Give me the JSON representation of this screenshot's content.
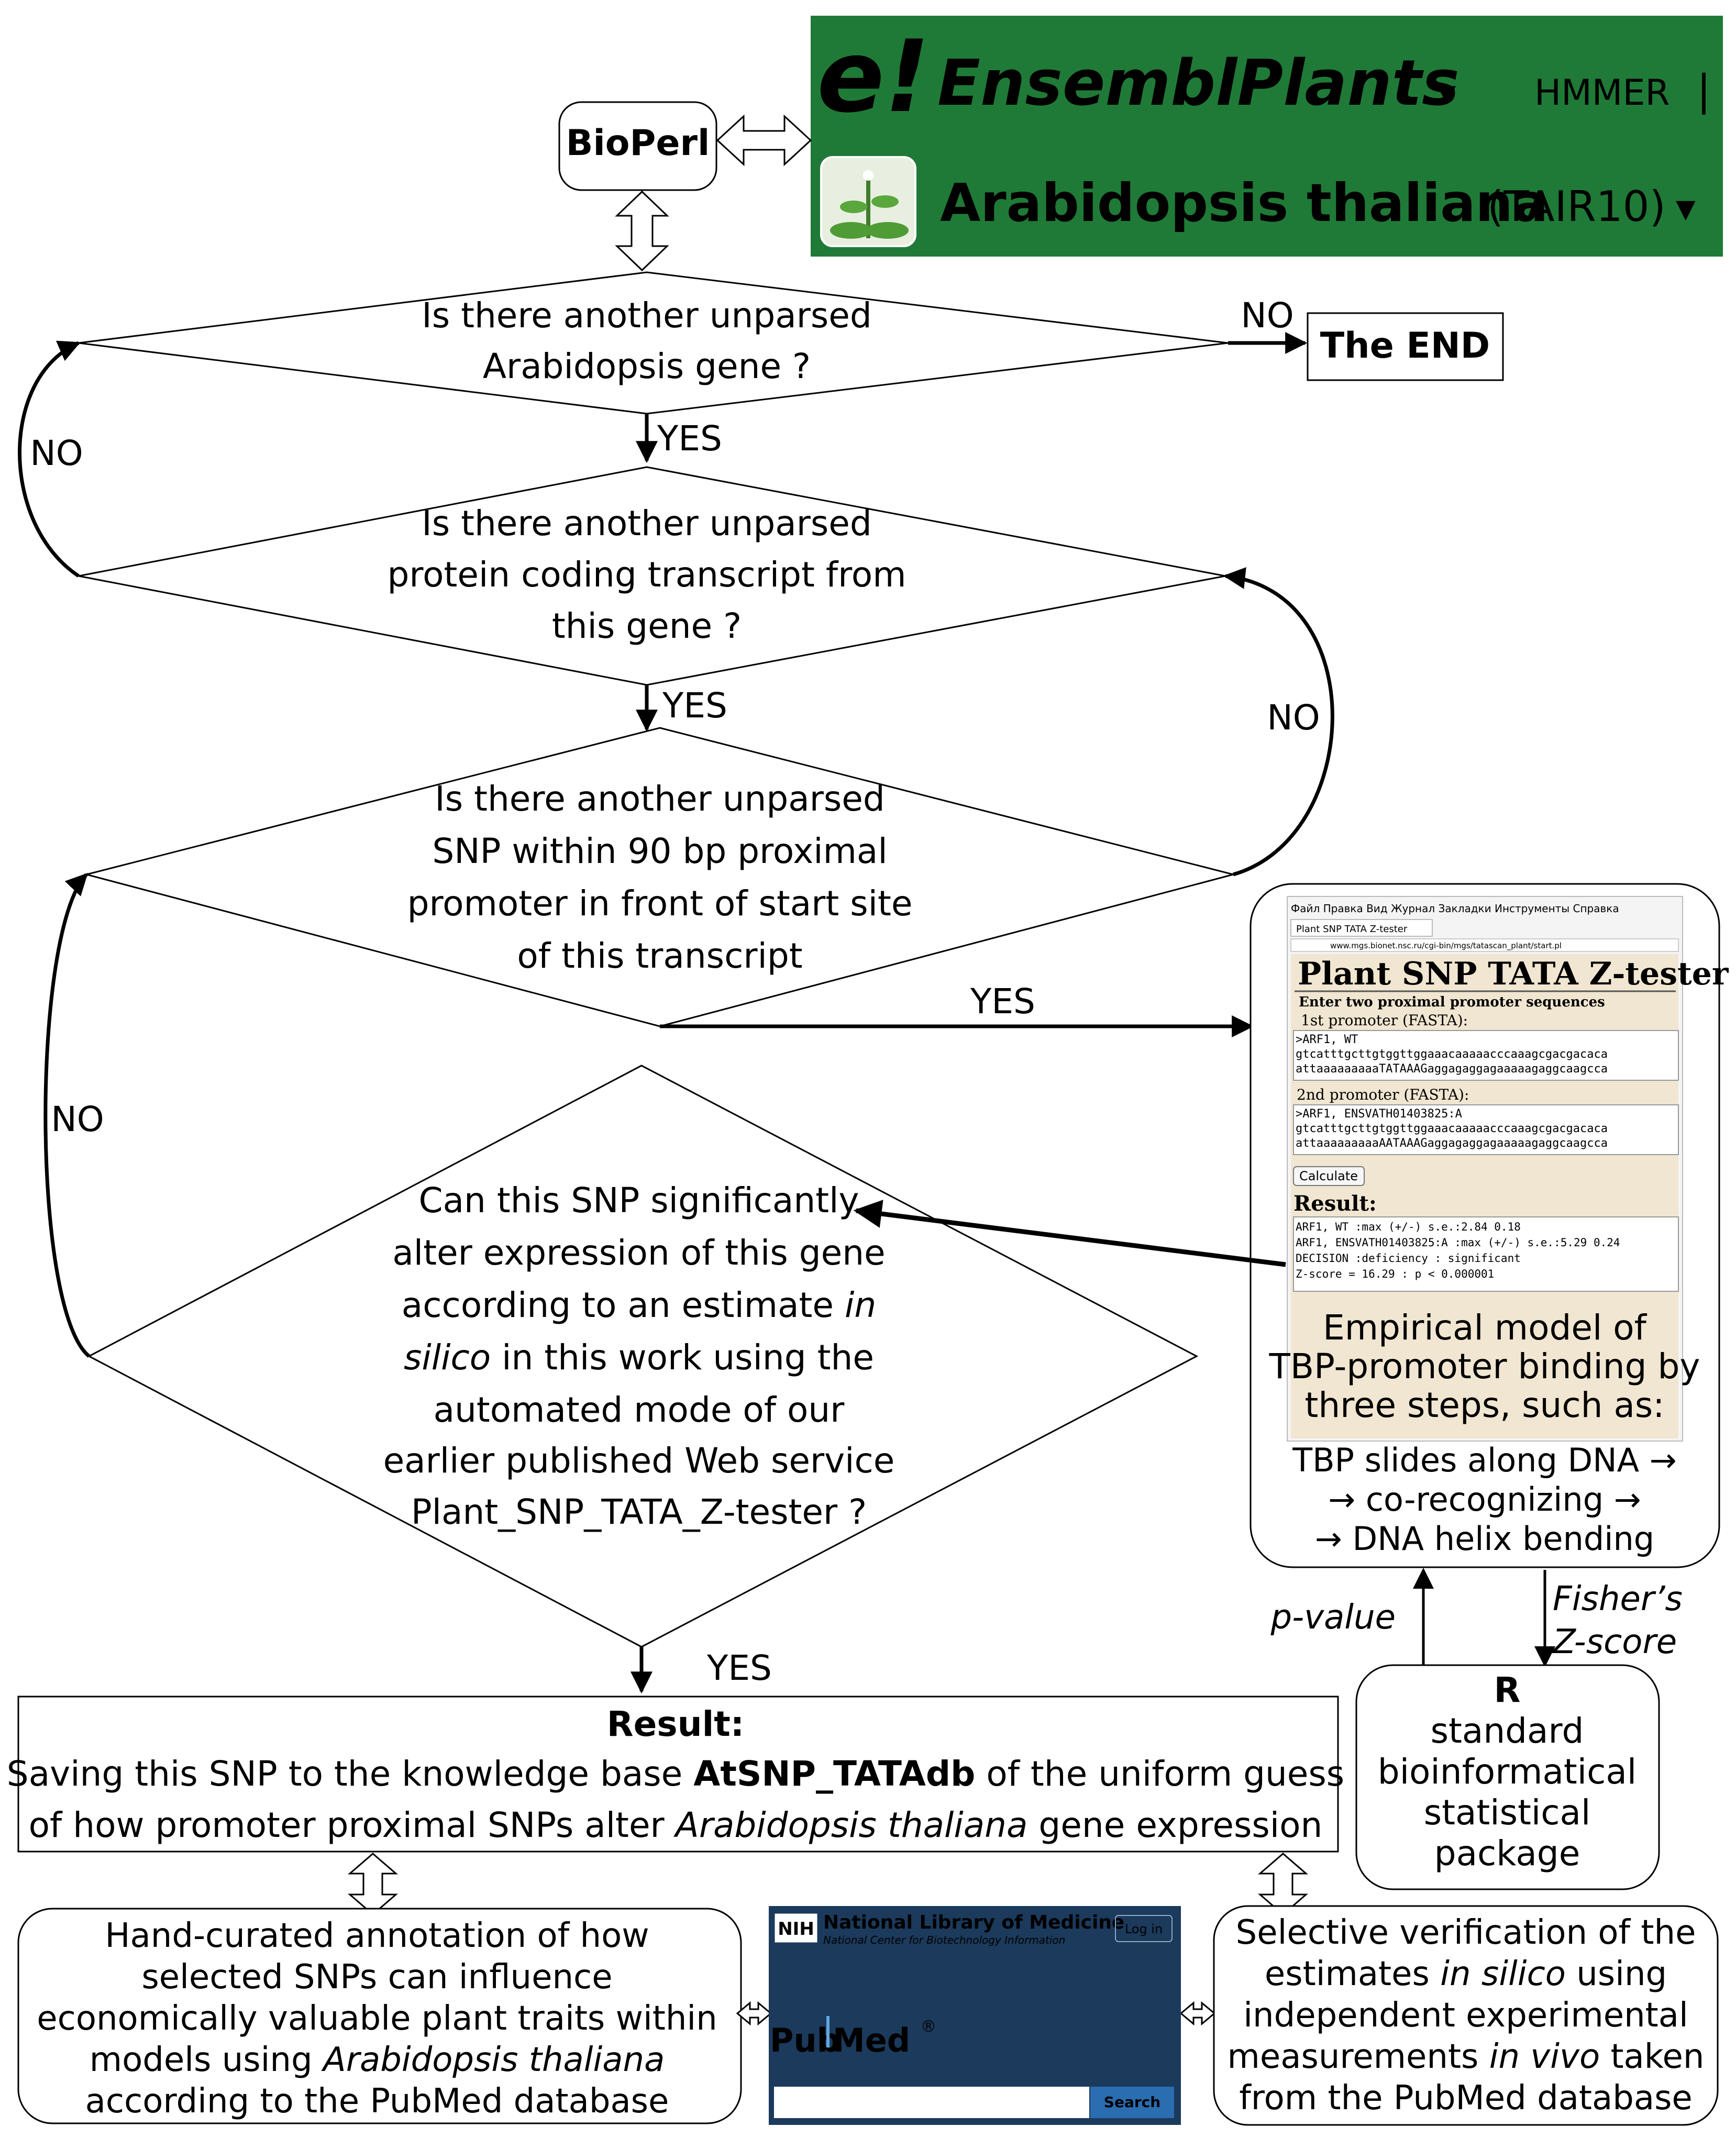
{
  "ensembl": {
    "logo_mark": "e!",
    "title": "EnsemblPlants",
    "dropdown_glyph": "▾",
    "hmmer": "HMMER",
    "divider": "|",
    "species": "Arabidopsis thaliana",
    "assembly": "(TAIR10)",
    "species_glyph": "▾",
    "bg_color": "#1f7a37"
  },
  "bioperl": "BioPerl",
  "decisions": {
    "gene": [
      "Is there another unparsed",
      "Arabidopsis gene ?"
    ],
    "transcript": [
      "Is there another unparsed",
      "protein coding transcript from",
      "this gene ?"
    ],
    "snp": [
      "Is there another unparsed",
      "SNP  within 90 bp proximal",
      "promoter in front of start site",
      "of this transcript"
    ],
    "alter": {
      "l1": "Can this SNP significantly",
      "l2": "alter expression of this gene",
      "l3a": "according to an estimate ",
      "l3b": "in",
      "l4a": "silico",
      "l4b": " in this work using the",
      "l5": "automated mode of our",
      "l6": "earlier published Web service",
      "l7": "Plant_SNP_TATA_Z-tester ?"
    }
  },
  "labels": {
    "no_end": "NO",
    "yes1": "YES",
    "no_left1": "NO",
    "yes2": "YES",
    "no_right": "NO",
    "yes3": "YES",
    "no_left2": "NO",
    "yes4": "YES",
    "pvalue": "p-value",
    "fisher1": "Fisher’s",
    "fisher2": "Z-score"
  },
  "end_box": "The END",
  "ztester": {
    "menu": "Файл  Правка  Вид  Журнал  Закладки  Инструменты  Справка",
    "tab": "Plant SNP TATA Z-tester",
    "url": "www.mgs.bionet.nsc.ru/cgi-bin/mgs/tatascan_plant/start.pl",
    "title": "Plant SNP TATA Z-tester",
    "subtitle": "Enter two proximal promoter sequences",
    "p1_label": "1st promoter (FASTA):",
    "p1_seq": [
      ">ARF1, WT",
      "gtcatttgcttgtggttggaaacaaaaacccaaagcgacgacaca",
      "attaaaaaaaaaTATAAAGaggagaggagaaaaagaggcaagcca"
    ],
    "p2_label": "2nd promoter (FASTA):",
    "p2_seq": [
      ">ARF1, ENSVATH01403825:A",
      "gtcatttgcttgtggttggaaacaaaaacccaaagcgacgacaca",
      "attaaaaaaaaaAATAAAGaggagaggagaaaaagaggcaagcca"
    ],
    "calc_button": "Calculate",
    "result_label": "Result:",
    "result_lines": [
      "ARF1, WT                  :max (+/-) s.e.:2.84 0.18",
      "ARF1, ENSVATH01403825:A   :max (+/-) s.e.:5.29 0.24",
      "DECISION                  :deficiency : significant",
      "Z-score = 16.29 : p < 0.000001"
    ],
    "caption": [
      "Empirical model of",
      "TBP-promoter binding by",
      "three steps, such as:"
    ],
    "steps": [
      "TBP slides along DNA →",
      "→ co-recognizing →",
      "→ DNA helix bending"
    ]
  },
  "r_box": {
    "title": "R",
    "lines": [
      "standard",
      "bioinformatical",
      "statistical",
      "package"
    ]
  },
  "result_box": {
    "title": "Result:",
    "l1a": "Saving this SNP to the knowledge base ",
    "l1b": "AtSNP_TATAdb",
    "l1c": " of the uniform guess",
    "l2a": "of how promoter proximal SNPs alter ",
    "l2b": "Arabidopsis thaliana",
    "l2c": " gene expression"
  },
  "left_box": {
    "l1": "Hand-curated annotation of how",
    "l2": "selected SNPs can influence",
    "l3": "economically valuable plant traits within",
    "l4a": "models using ",
    "l4b": "Arabidopsis thaliana",
    "l5": "according to the PubMed database"
  },
  "pubmed": {
    "nih": "NIH",
    "nlm": "National Library of Medicine",
    "ncbi": "National Center for Biotechnology Information",
    "login": "Log in",
    "brand_left": "Pub",
    "brand_right": "Med",
    "reg": "®",
    "search": "Search",
    "bg_color": "#1b3a5c"
  },
  "right_box": {
    "l1": "Selective verification of the",
    "l2a": "estimates ",
    "l2b": "in silico",
    "l2c": " using",
    "l3": "independent experimental",
    "l4a": "measurements ",
    "l4b": "in vivo",
    "l4c": " taken",
    "l5": "from the PubMed database"
  }
}
